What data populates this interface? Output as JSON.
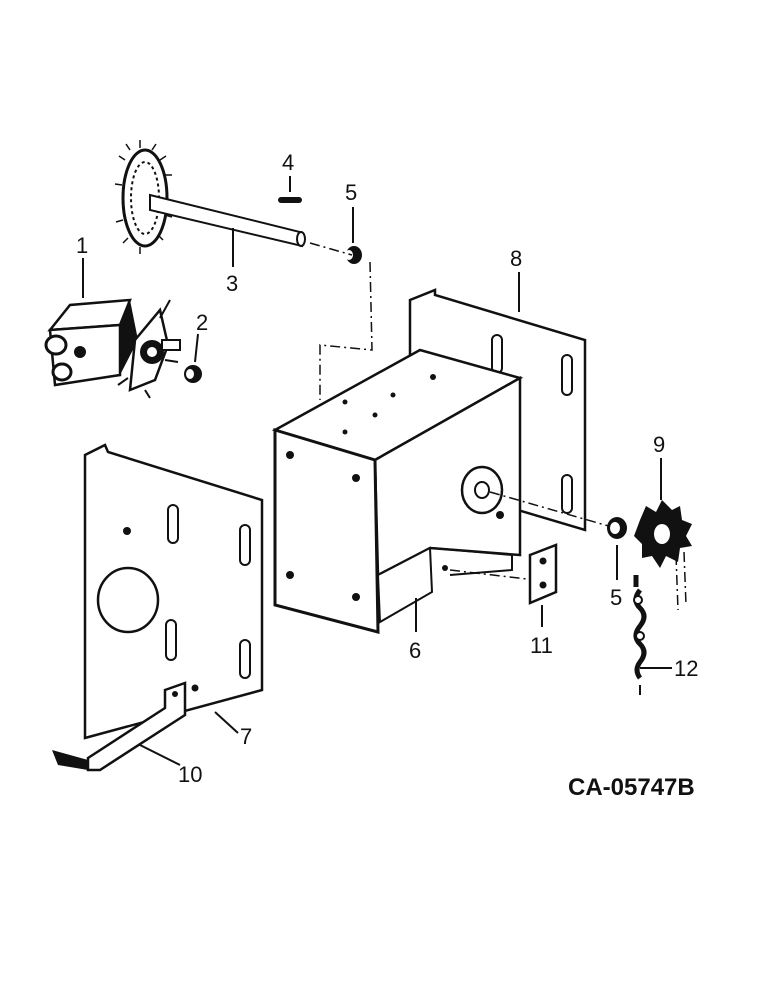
{
  "callouts": {
    "c1": "1",
    "c2": "2",
    "c3": "3",
    "c4": "4",
    "c5a": "5",
    "c5b": "5",
    "c6": "6",
    "c7": "7",
    "c8": "8",
    "c9": "9",
    "c10": "10",
    "c11": "11",
    "c12": "12"
  },
  "drawing_code": "CA-05747B"
}
